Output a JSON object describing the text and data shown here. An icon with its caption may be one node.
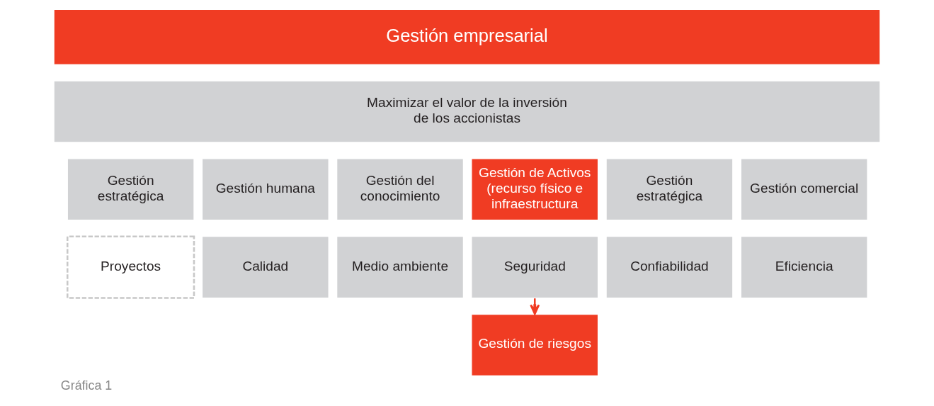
{
  "diagram": {
    "caption": "Gráfica 1",
    "nodes": [
      {
        "text": [
          "Gestión empresarial"
        ]
      },
      {
        "text": [
          "Maximizar el valor de la inversión de los accionistas"
        ]
      },
      {
        "text": [
          "Gestión estratégica"
        ]
      },
      {
        "text": [
          "Gestión humana"
        ]
      },
      {
        "text": [
          "Gestión del conocimiento"
        ]
      },
      {
        "text": [
          "Gestión de Activos (recurso físico e infraestructura"
        ]
      },
      {
        "text": [
          "Gestión estratégica"
        ]
      },
      {
        "text": [
          "Gestión comercial"
        ]
      },
      {
        "text": [
          "Proyectos"
        ]
      },
      {
        "text": [
          "Calidad"
        ]
      },
      {
        "text": [
          "Medio ambiente"
        ]
      },
      {
        "text": [
          "Seguridad"
        ]
      },
      {
        "text": [
          "Confiabilidad"
        ]
      },
      {
        "text": [
          "Eficiencia"
        ]
      },
      {
        "text": [
          "Gestión de riesgos"
        ]
      }
    ],
    "edges": [
      {
        "from": 11,
        "to": 14,
        "arrow": "to",
        "color": "#f03c23"
      }
    ]
  }
}
